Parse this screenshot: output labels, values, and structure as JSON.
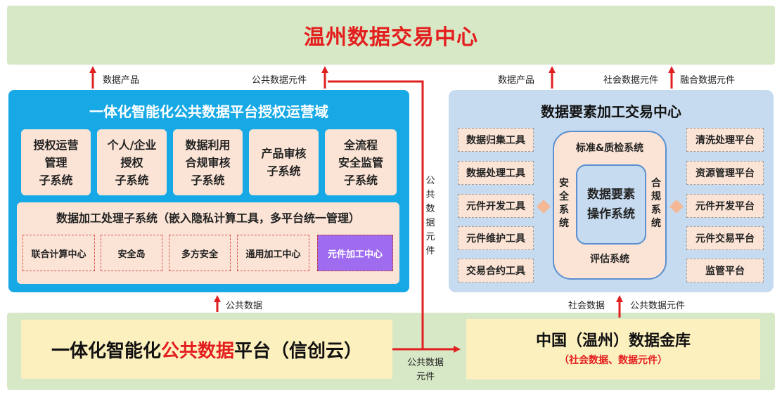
{
  "top_title": "温州数据交易中心",
  "left_panel": {
    "title": "一体化智能化公共数据平台授权运营域",
    "subsystems": [
      {
        "lines": [
          "授权运营",
          "管理",
          "子系统"
        ]
      },
      {
        "lines": [
          "个人/企业",
          "授权",
          "子系统"
        ]
      },
      {
        "lines": [
          "数据利用",
          "合规审核",
          "子系统"
        ]
      },
      {
        "lines": [
          "产品审核",
          "子系统"
        ]
      },
      {
        "lines": [
          "全流程",
          "安全监管",
          "子系统"
        ]
      }
    ],
    "processing_title": "数据加工处理子系统（嵌入隐私计算工具，多平台统一管理）",
    "processing_items": [
      "联合计算中心",
      "安全岛",
      "多方安全",
      "通用加工中心",
      "元件加工中心"
    ]
  },
  "right_panel": {
    "title": "数据要素加工交易中心",
    "tools_left": [
      "数据归集工具",
      "数据处理工具",
      "元件开发工具",
      "元件维护工具",
      "交易合约工具"
    ],
    "platforms_right": [
      "清洗处理平台",
      "资源管理平台",
      "元件开发平台",
      "元件交易平台",
      "监管平台"
    ],
    "ring_top": "标准&质检系统",
    "ring_bottom": "评估系统",
    "ring_left": [
      "安",
      "全",
      "系",
      "统"
    ],
    "ring_right": [
      "合",
      "规",
      "系",
      "统"
    ],
    "core": [
      "数据要素",
      "操作系统"
    ]
  },
  "bottom_left": {
    "prefix": "一体化智能化",
    "highlight": "公共数据",
    "suffix": "平台（信创云）"
  },
  "bottom_right": {
    "title": "中国（温州）数据金库",
    "subtitle": "（社会数据、数据元件）"
  },
  "labels": {
    "data_product_left": "数据产品",
    "public_element_top": "公共数据元件",
    "data_product_right": "数据产品",
    "social_element": "社会数据元件",
    "fused_element": "融合数据元件",
    "public_data_mid": "公共数据",
    "social_data": "社会数据",
    "public_element_mid": "公共数据元件",
    "vertical_public_element": [
      "公",
      "共",
      "数",
      "据",
      "元",
      "件"
    ],
    "bottom_public_element": [
      "公共数据",
      "元件"
    ]
  },
  "colors": {
    "title_red": "#e41e1e",
    "arrow_red": "#e02020",
    "blue_panel": "#17a9e6",
    "light_blue_panel": "#c6dbef",
    "green_band": "#d7e8c6",
    "peach": "#fbe4d6",
    "yellow": "#fdf0bf",
    "purple": "#9f6cf0"
  }
}
